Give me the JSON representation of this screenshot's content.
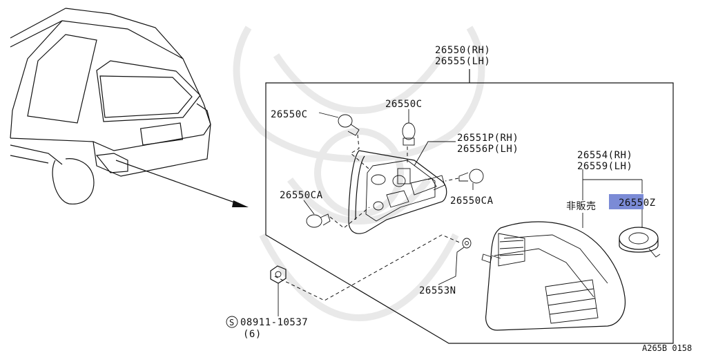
{
  "diagram": {
    "labels": {
      "assembly_rh": "26550(RH)",
      "assembly_lh": "26555(LH)",
      "bulb_upper_left": "26550C",
      "bulb_upper_mid": "26550C",
      "socket_rh": "26551P(RH)",
      "socket_lh": "26556P(LH)",
      "lens_rh": "26554(RH)",
      "lens_lh": "26559(LH)",
      "bulb_lower_left": "26550CA",
      "bulb_lower_right": "26550CA",
      "not_for_sale": "非販売",
      "gasket": "26550Z",
      "screw": "26553N",
      "nut_circle": "S",
      "nut_part": "08911-10537",
      "nut_qty": "(6)",
      "diagram_code": "A265B 0158"
    },
    "colors": {
      "line": "#111111",
      "highlight": "#7b8bd6",
      "watermark": "#e9e9e9"
    }
  }
}
